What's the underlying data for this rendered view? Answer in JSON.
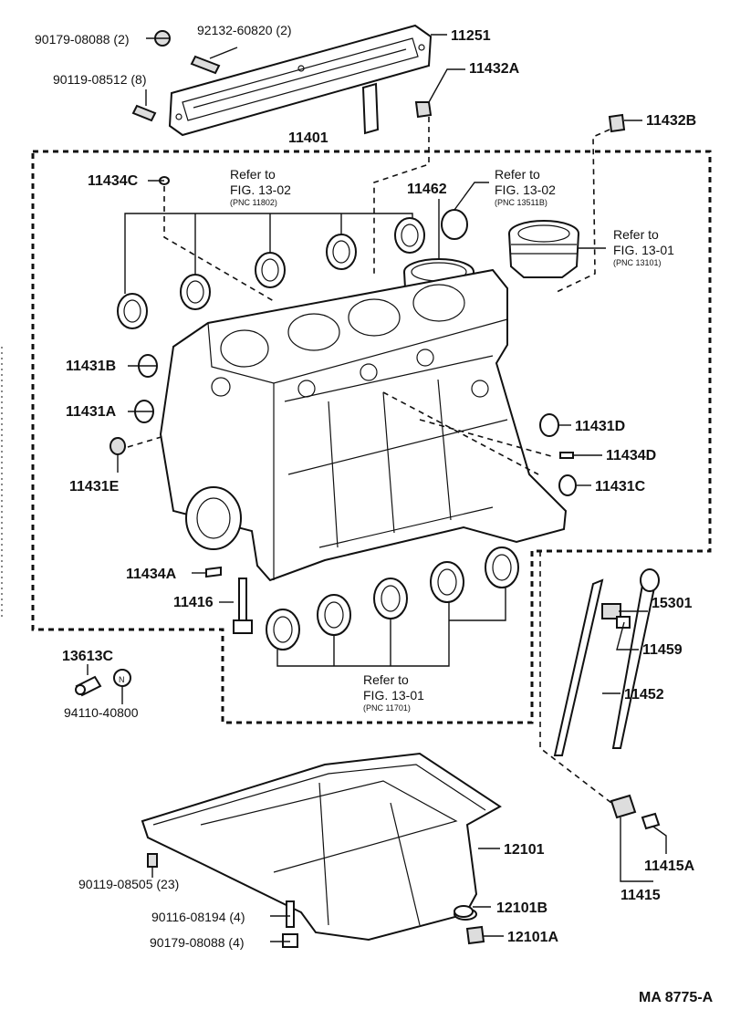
{
  "labels": {
    "p90179_08088_top": "90179-08088 (2)",
    "p92132_60820": "92132-60820 (2)",
    "p11251": "11251",
    "p90119_08512": "90119-08512 (8)",
    "p11432A": "11432A",
    "p11432B": "11432B",
    "p11401": "11401",
    "p11434C": "11434C",
    "p11462": "11462",
    "p11431B": "11431B",
    "p11431A": "11431A",
    "p11431E": "11431E",
    "p11431D": "11431D",
    "p11434D": "11434D",
    "p11431C": "11431C",
    "p11434A": "11434A",
    "p11416": "11416",
    "p15301": "15301",
    "p11459": "11459",
    "p11452": "11452",
    "p13613C": "13613C",
    "p94110_40800": "94110-40800",
    "p12101": "12101",
    "p90119_08505": "90119-08505 (23)",
    "p11415A": "11415A",
    "p11415": "11415",
    "p90116_08194": "90116-08194 (4)",
    "p12101B": "12101B",
    "p90179_08088_bot": "90179-08088 (4)",
    "p12101A": "12101A",
    "n_mark": "N",
    "figure_code": "MA 8775-A"
  },
  "refs": {
    "r1": {
      "refer": "Refer to",
      "fig": "FIG. 13-02",
      "pnc": "(PNC 11802)"
    },
    "r2": {
      "refer": "Refer to",
      "fig": "FIG. 13-02",
      "pnc": "(PNC 13511B)"
    },
    "r3": {
      "refer": "Refer to",
      "fig": "FIG. 13-01",
      "pnc": "(PNC 13101)"
    },
    "r4": {
      "refer": "Refer to",
      "fig": "FIG. 13-01",
      "pnc": "(PNC 11701)"
    }
  }
}
